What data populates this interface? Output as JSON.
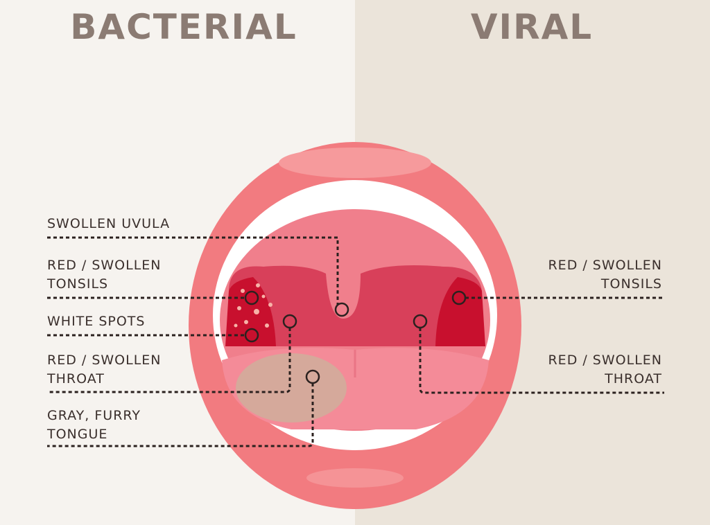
{
  "titles": {
    "left": "BACTERIAL",
    "right": "VIRAL"
  },
  "bacterial_labels": {
    "uvula": "SWOLLEN UVULA",
    "tonsils_1": "RED / SWOLLEN",
    "tonsils_2": "TONSILS",
    "spots": "WHITE SPOTS",
    "throat_1": "RED / SWOLLEN",
    "throat_2": "THROAT",
    "tongue_1": "GRAY, FURRY",
    "tongue_2": "TONGUE"
  },
  "viral_labels": {
    "tonsils_1": "RED / SWOLLEN",
    "tonsils_2": "TONSILS",
    "throat_1": "RED / SWOLLEN",
    "throat_2": "THROAT"
  },
  "colors": {
    "left_bg": "#f6f3ef",
    "right_bg": "#ebe4da",
    "lips": "#f27b80",
    "throat": "#d8405a",
    "tonsil": "#c8102e"
  }
}
